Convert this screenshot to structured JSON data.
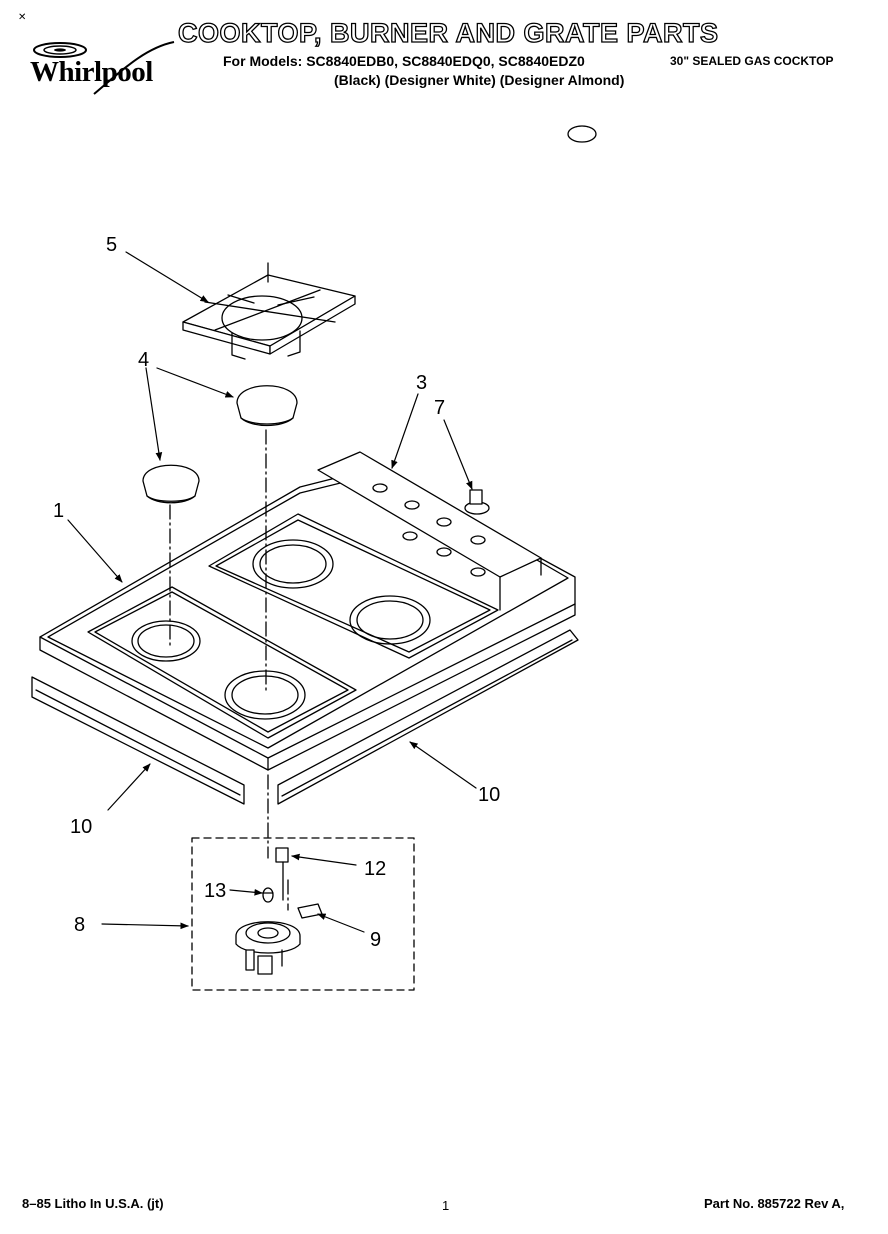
{
  "header": {
    "brand": "Whirlpool",
    "title": "COOKTOP, BURNER AND GRATE PARTS",
    "models_line": "For Models: SC8840EDB0, SC8840EDQ0, SC8840EDZ0",
    "variants_line": "(Black)  (Designer White) (Designer Almond)",
    "product": "30\" SEALED GAS COCKTOP",
    "corner_mark": "✕"
  },
  "diagram": {
    "callouts": [
      "1",
      "3",
      "4",
      "5",
      "7",
      "8",
      "9",
      "10",
      "10",
      "12",
      "13"
    ]
  },
  "footer": {
    "left": "8–85 Litho In U.S.A. (jt)",
    "center": "1",
    "right": "Part No. 885722 Rev A,"
  },
  "icons": {
    "brand_logo": "whirlpool-swirl-logo"
  }
}
